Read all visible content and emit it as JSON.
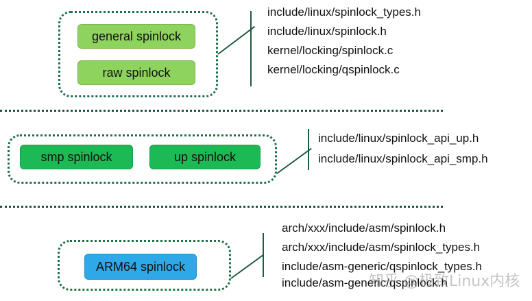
{
  "colors": {
    "general_spinlock": "#8fd35f",
    "raw_spinlock": "#8fd35f",
    "smp_spinlock": "#1db954",
    "up_spinlock": "#1db954",
    "arm64_spinlock": "#2ea8e6",
    "group_border": "#1f6f4a"
  },
  "nodes": {
    "general_spinlock": "general spinlock",
    "raw_spinlock": "raw spinlock",
    "smp_spinlock": "smp spinlock",
    "up_spinlock": "up spinlock",
    "arm64_spinlock": "ARM64 spinlock"
  },
  "files": {
    "generic": [
      "include/linux/spinlock_types.h",
      "include/linux/spinlock.h",
      "kernel/locking/spinlock.c",
      "kernel/locking/qspinlock.c"
    ],
    "api": [
      "include/linux/spinlock_api_up.h",
      "include/linux/spinlock_api_smp.h"
    ],
    "arch": [
      "arch/xxx/include/asm/spinlock.h",
      "arch/xxx/include/asm/spinlock_types.h",
      "include/asm-generic/qspinlock_types.h",
      "include/asm-generic/qspinlock.h"
    ]
  },
  "watermark": "知乎 @极致Linux内核"
}
